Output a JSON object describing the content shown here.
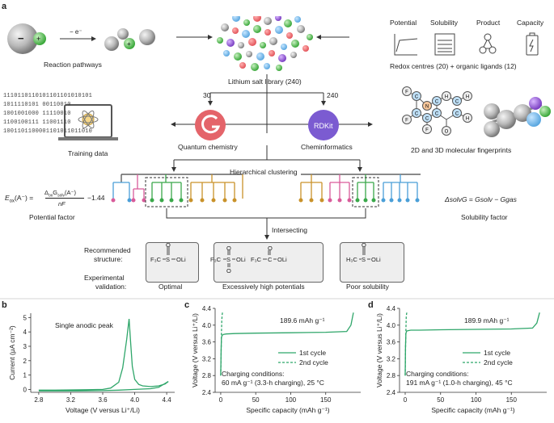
{
  "panels": {
    "a": "a",
    "b": "b",
    "c": "c",
    "d": "d"
  },
  "top": {
    "reaction_pathways": "Reaction pathways",
    "electron_label": "− e⁻",
    "minus": "−",
    "plus": "+",
    "library": "Lithium salt library (240)",
    "properties": [
      "Potential",
      "Solubility",
      "Product",
      "Capacity"
    ],
    "redox": "Redox centres (20) + organic ligands (12)"
  },
  "middle": {
    "count_qc": "30",
    "count_chem": "240",
    "training_data": "Training data",
    "binary_lines": [
      "1110110110101101101010101",
      "1011110101        00110010",
      "1001001000        11110010",
      "1100100111        11001110",
      "1001101100001101011011010"
    ],
    "qc_label": "Quantum chemistry",
    "chem_label": "Cheminformatics",
    "rdkit": "RDKit",
    "fingerprints": "2D and 3D molecular fingerprints",
    "atoms": [
      "F",
      "C",
      "N",
      "H",
      "F",
      "C",
      "C",
      "C",
      "C",
      "H",
      "F",
      "C",
      "C",
      "O",
      "H"
    ]
  },
  "clustering": {
    "title": "Hierarchical clustering",
    "potential_formula_lhs": "E",
    "potential_formula_sub": "ox",
    "potential_formula_arg": "(A⁻) =",
    "potential_num": "Δ",
    "potential_num_sub": "ox",
    "potential_num_g": "G",
    "potential_num_gsub": "solv",
    "potential_num_arg": "(A⁻)",
    "potential_den": "nF",
    "potential_tail": "−1.44",
    "potential_factor": "Potential factor",
    "solubility_formula": "ΔsolvG = Gsolv − Ggas",
    "solubility_factor": "Solubility factor",
    "intersecting": "Intersecting"
  },
  "bottom": {
    "recommended": "Recommended",
    "structure": "structure:",
    "experimental": "Experimental",
    "validation": "validation:",
    "optimal": "Optimal",
    "excessive": "Excessively high potentials",
    "poor": "Poor solubility",
    "mol1": {
      "f3c": "F₃C",
      "s": "S",
      "o": "O",
      "oli": "OLi"
    },
    "mol2": {
      "f3c": "F₃C",
      "s": "S",
      "o_top": "O",
      "o_bot": "O",
      "oli": "OLi"
    },
    "mol3": {
      "f3c": "F₃C",
      "c": "C",
      "o": "O",
      "oli": "OLi"
    },
    "mol4": {
      "h3c": "H₃C",
      "s": "S",
      "o": "O",
      "oli": "OLi"
    }
  },
  "chart_data": [
    {
      "type": "line",
      "panel": "b",
      "annotation": "Single anodic peak",
      "xlabel": "Voltage (V versus Li⁺/Li)",
      "ylabel": "Current (μA cm⁻²)",
      "xticks": [
        "2.8",
        "3.2",
        "3.6",
        "4.0",
        "4.4"
      ],
      "yticks": [
        "0",
        "1",
        "2",
        "3",
        "4",
        "5"
      ],
      "xlim": [
        2.7,
        4.5
      ],
      "ylim": [
        -0.2,
        5.3
      ],
      "series": [
        {
          "x": [
            2.8,
            3.0,
            3.2,
            3.4,
            3.6,
            3.7,
            3.8,
            3.85,
            3.9,
            3.93,
            3.95,
            3.97,
            4.0,
            4.05,
            4.1,
            4.2,
            4.3,
            4.38,
            4.42
          ],
          "y": [
            -0.05,
            -0.05,
            -0.03,
            -0.02,
            0.0,
            0.1,
            0.5,
            1.5,
            3.5,
            4.9,
            3.2,
            1.6,
            0.7,
            0.35,
            0.25,
            0.2,
            0.25,
            0.38,
            0.55
          ]
        },
        {
          "x": [
            4.42,
            4.3,
            4.2,
            4.0,
            3.8,
            3.6,
            3.3,
            3.0,
            2.8
          ],
          "y": [
            0.55,
            0.15,
            0.05,
            0.0,
            -0.05,
            -0.08,
            -0.1,
            -0.1,
            -0.1
          ]
        }
      ]
    },
    {
      "type": "line",
      "panel": "c",
      "capacity_label": "189.6 mAh g⁻¹",
      "legend": [
        "1st cycle",
        "2nd cycle"
      ],
      "conditions_title": "Charging conditions:",
      "conditions": "60 mA g⁻¹ (3.3-h charging), 25 °C",
      "xlabel": "Specific capacity (mAh g⁻¹)",
      "ylabel": "Voltage (V versus Li⁺/Li)",
      "xticks": [
        "0",
        "50",
        "100",
        "150"
      ],
      "yticks": [
        "2.4",
        "2.8",
        "3.2",
        "3.6",
        "4.0",
        "4.4"
      ],
      "xlim": [
        -8,
        200
      ],
      "ylim": [
        2.4,
        4.4
      ],
      "series": [
        {
          "name": "1st cycle",
          "x": [
            0,
            0.5,
            1,
            2,
            4,
            8,
            20,
            50,
            100,
            150,
            180,
            186,
            189.6
          ],
          "y": [
            2.8,
            3.4,
            3.7,
            3.76,
            3.78,
            3.79,
            3.8,
            3.81,
            3.82,
            3.83,
            3.85,
            4.0,
            4.3
          ]
        },
        {
          "name": "2nd cycle",
          "x": [
            0,
            0.5,
            1,
            1.5,
            2,
            2.5,
            3
          ],
          "y": [
            2.8,
            3.3,
            3.8,
            4.1,
            4.25,
            4.3,
            4.3
          ]
        }
      ]
    },
    {
      "type": "line",
      "panel": "d",
      "capacity_label": "189.9 mAh g⁻¹",
      "legend": [
        "1st cycle",
        "2nd cycle"
      ],
      "conditions_title": "Charging conditions:",
      "conditions": "191 mA g⁻¹ (1.0-h charging), 45 °C",
      "xlabel": "Specific capacity (mAh g⁻¹)",
      "ylabel": "Voltage (V versus Li⁺/Li)",
      "xticks": [
        "0",
        "50",
        "100",
        "150"
      ],
      "yticks": [
        "2.4",
        "2.8",
        "3.2",
        "3.6",
        "4.0",
        "4.4"
      ],
      "xlim": [
        -8,
        200
      ],
      "ylim": [
        2.4,
        4.4
      ],
      "series": [
        {
          "name": "1st cycle",
          "x": [
            0,
            0.5,
            1,
            2,
            4,
            8,
            20,
            50,
            100,
            150,
            180,
            186,
            189.9
          ],
          "y": [
            2.8,
            3.5,
            3.8,
            3.86,
            3.87,
            3.88,
            3.88,
            3.89,
            3.9,
            3.91,
            3.93,
            4.05,
            4.3
          ]
        },
        {
          "name": "2nd cycle",
          "x": [
            0,
            0.5,
            1,
            1.5,
            2,
            2.5,
            3
          ],
          "y": [
            2.8,
            3.4,
            3.9,
            4.2,
            4.28,
            4.3,
            4.3
          ]
        }
      ]
    }
  ]
}
